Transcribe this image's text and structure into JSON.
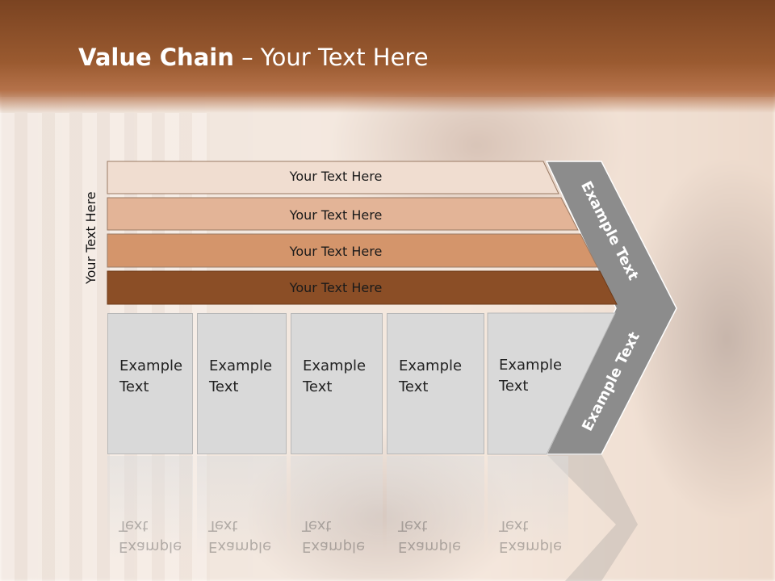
{
  "title": {
    "bold": "Value Chain",
    "rest": " – Your Text Here"
  },
  "side_label": "Your Text Here",
  "bars": [
    {
      "label": "Your Text Here",
      "color": "#f0ddd0"
    },
    {
      "label": "Your Text Here",
      "color": "#e3b497"
    },
    {
      "label": "Your Text Here",
      "color": "#d4956b"
    },
    {
      "label": "Your Text Here",
      "color": "#8b4e26"
    }
  ],
  "boxes": [
    {
      "text": "Example\nText"
    },
    {
      "text": "Example\nText"
    },
    {
      "text": "Example\nText"
    },
    {
      "text": "Example\nText"
    },
    {
      "text": "Example\nText"
    }
  ],
  "chevron": {
    "upper_text": "Example Text",
    "lower_text": "Example Text",
    "color": "#8c8c8c"
  }
}
